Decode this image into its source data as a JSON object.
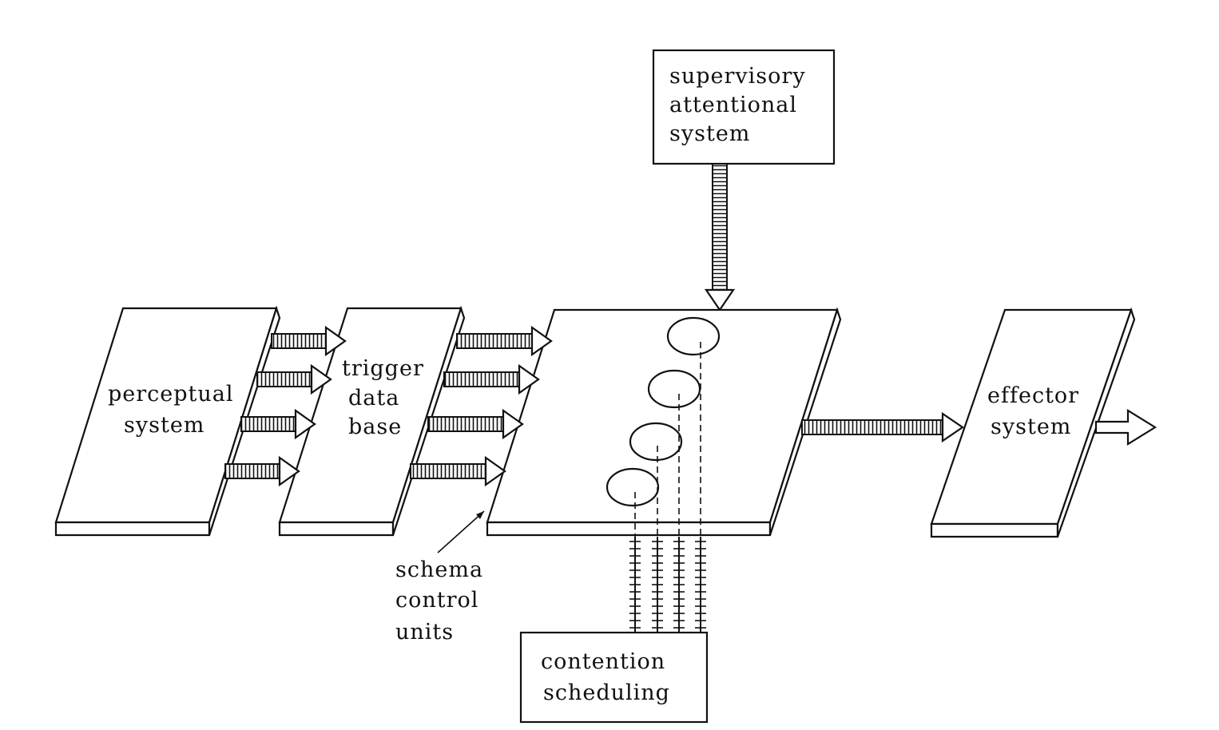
{
  "diagram": {
    "supervisory": [
      "supervisory",
      "attentional",
      "system"
    ],
    "perceptual": [
      "perceptual",
      "system"
    ],
    "trigger": [
      "trigger",
      "data",
      "base"
    ],
    "effector": [
      "effector",
      "system"
    ],
    "schema_label": [
      "schema",
      "control",
      "units"
    ],
    "contention": [
      "contention",
      "scheduling"
    ]
  },
  "colors": {
    "ink": "#111111",
    "paper": "#ffffff"
  }
}
